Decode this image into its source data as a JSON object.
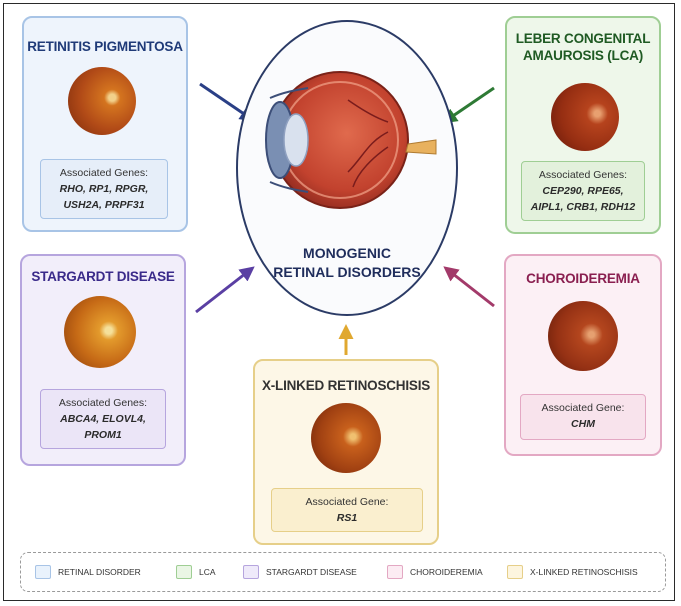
{
  "center": {
    "title_line1": "MONOGENIC",
    "title_line2": "RETINAL DISORDERS"
  },
  "cards": {
    "rp": {
      "title": "RETINITIS PIGMENTOSA",
      "gene_header": "Associated Genes:",
      "gene_line1": "RHO, RP1, RPGR,",
      "gene_line2": "USH2A, PRPF31"
    },
    "lca": {
      "title_line1": "LEBER CONGENITAL",
      "title_line2": "AMAUROSIS (LCA)",
      "gene_header": "Associated Genes:",
      "gene_line1": "CEP290, RPE65,",
      "gene_line2": "AIPL1, CRB1, RDH12"
    },
    "sd": {
      "title": "STARGARDT DISEASE",
      "gene_header": "Associated Genes:",
      "gene_line1": "ABCA4, ELOVL4,",
      "gene_line2": "PROM1"
    },
    "ch": {
      "title": "CHOROIDEREMIA",
      "gene_header": "Associated Gene:",
      "gene_line1": "CHM"
    },
    "xl": {
      "title": "X-LINKED RETINOSCHISIS",
      "gene_header": "Associated Gene:",
      "gene_line1": "RS1"
    }
  },
  "legend": [
    {
      "label": "RETINAL DISORDER",
      "fill": "#e9f2fc",
      "border": "#a8c4e6"
    },
    {
      "label": "LCA",
      "fill": "#eaf6e5",
      "border": "#9fce94"
    },
    {
      "label": "STARGARDT DISEASE",
      "fill": "#efeafa",
      "border": "#b6a5de"
    },
    {
      "label": "CHOROIDEREMIA",
      "fill": "#fcecf3",
      "border": "#e3a8c3"
    },
    {
      "label": "X-LINKED RETINOSCHISIS",
      "fill": "#fdf5df",
      "border": "#e6cf89"
    }
  ],
  "colors": {
    "rp_arrow": "#2a3f86",
    "lca_arrow": "#2e7a35",
    "sd_arrow": "#5a3fa3",
    "ch_arrow": "#a33a6a",
    "xl_arrow": "#e0a830"
  }
}
